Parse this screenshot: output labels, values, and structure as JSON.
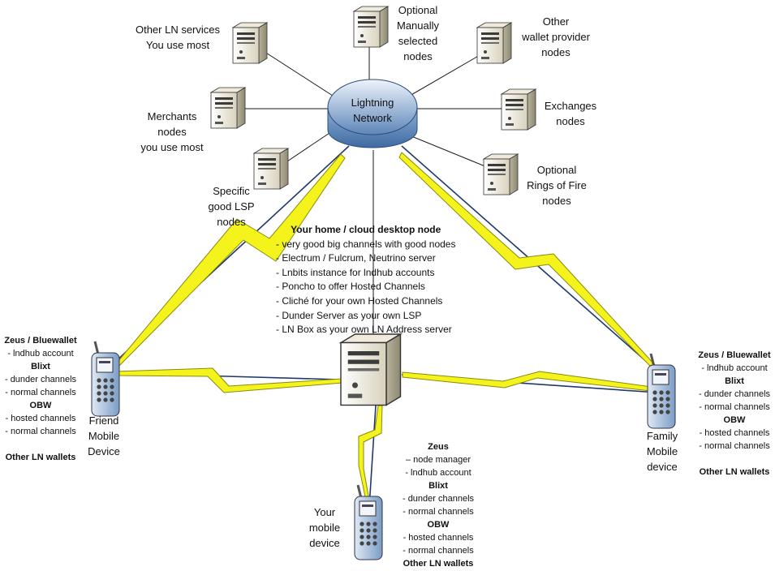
{
  "network": {
    "label_line1": "Lightning",
    "label_line2": "Network"
  },
  "servers": [
    {
      "id": "other-ln-services",
      "lines": [
        "Other LN services",
        "You use most"
      ]
    },
    {
      "id": "optional-manual",
      "lines": [
        "Optional",
        "Manually",
        "selected",
        "nodes"
      ]
    },
    {
      "id": "other-wallet-provider",
      "lines": [
        "Other",
        "wallet provider",
        "nodes"
      ]
    },
    {
      "id": "merchants",
      "lines": [
        "Merchants",
        "nodes",
        "you use most"
      ]
    },
    {
      "id": "exchanges",
      "lines": [
        "Exchanges",
        "nodes"
      ]
    },
    {
      "id": "specific-lsp",
      "lines": [
        "Specific",
        "good LSP",
        "nodes"
      ]
    },
    {
      "id": "rings-of-fire",
      "lines": [
        "Optional",
        "Rings of Fire",
        "nodes"
      ]
    }
  ],
  "home_node": {
    "title": "Your home / cloud desktop node",
    "items": [
      "- very good big channels with good nodes",
      "- Electrum / Fulcrum, Neutrino server",
      "- Lnbits instance for lndhub accounts",
      "- Poncho to offer Hosted Channels",
      "- Cliché for your own Hosted Channels",
      "- Dunder Server as your own LSP",
      "- LN Box as your own LN Address server"
    ]
  },
  "devices": {
    "friend": {
      "lines": [
        "Friend",
        "Mobile",
        "Device"
      ]
    },
    "family": {
      "lines": [
        "Family",
        "Mobile",
        "device"
      ]
    },
    "yours": {
      "lines": [
        "Your",
        "mobile",
        "device"
      ]
    }
  },
  "wallet_blocks": {
    "friend": [
      {
        "text": "Zeus / Bluewallet",
        "bold": true
      },
      {
        "text": "- lndhub account",
        "bold": false
      },
      {
        "text": "Blixt",
        "bold": true
      },
      {
        "text": "- dunder channels",
        "bold": false
      },
      {
        "text": "- normal channels",
        "bold": false
      },
      {
        "text": "OBW",
        "bold": true
      },
      {
        "text": "- hosted channels",
        "bold": false
      },
      {
        "text": "- normal channels",
        "bold": false
      },
      {
        "text": "",
        "bold": false
      },
      {
        "text": "Other LN wallets",
        "bold": true
      }
    ],
    "family": [
      {
        "text": "Zeus / Bluewallet",
        "bold": true
      },
      {
        "text": "- lndhub account",
        "bold": false
      },
      {
        "text": "Blixt",
        "bold": true
      },
      {
        "text": "- dunder channels",
        "bold": false
      },
      {
        "text": "- normal channels",
        "bold": false
      },
      {
        "text": "OBW",
        "bold": true
      },
      {
        "text": "- hosted channels",
        "bold": false
      },
      {
        "text": "- normal channels",
        "bold": false
      },
      {
        "text": "",
        "bold": false
      },
      {
        "text": "Other LN wallets",
        "bold": true
      }
    ],
    "yours": [
      {
        "text": "Zeus",
        "bold": true
      },
      {
        "text": "– node manager",
        "bold": false
      },
      {
        "text": "- lndhub account",
        "bold": false
      },
      {
        "text": "Blixt",
        "bold": true
      },
      {
        "text": "- dunder channels",
        "bold": false
      },
      {
        "text": "- normal channels",
        "bold": false
      },
      {
        "text": "OBW",
        "bold": true
      },
      {
        "text": "- hosted channels",
        "bold": false
      },
      {
        "text": "- normal channels",
        "bold": false
      },
      {
        "text": "Other LN wallets",
        "bold": true
      }
    ]
  },
  "colors": {
    "network_fill_top": "#dde8f4",
    "network_fill_bottom": "#6f95c2",
    "lightning_fill": "#f4f41c",
    "lightning_stroke": "#8a8a10",
    "link_line": "#1a1a1a",
    "long_link": "#1f3a6a"
  }
}
